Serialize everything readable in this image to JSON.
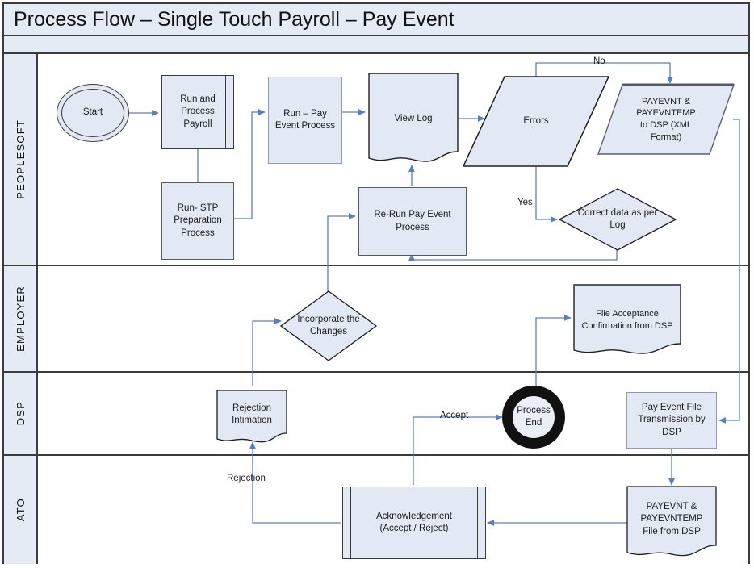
{
  "title": "Process Flow – Single Touch Payroll – Pay Event",
  "subtitle": "",
  "colors": {
    "shape_fill": "#e3e9f4",
    "shape_stroke": "#3b3b3b",
    "lane_fill": "#e5ebf5",
    "connector": "#5b7fbd",
    "frame": "#3b3b3b",
    "end_ring": "#111111"
  },
  "lanes": [
    {
      "id": "peoplesoft",
      "label": "PEOPLESOFT"
    },
    {
      "id": "employer",
      "label": "EMPLOYER"
    },
    {
      "id": "dsp",
      "label": "DSP"
    },
    {
      "id": "ato",
      "label": "ATO"
    }
  ],
  "nodes": {
    "start": {
      "label": "Start",
      "shape": "terminator-start",
      "lane": "peoplesoft"
    },
    "run_process": {
      "label": "Run and\nProcess\nPayroll",
      "shape": "predefined-process",
      "lane": "peoplesoft"
    },
    "stp_prep": {
      "label": "Run- STP\nPreparation\nProcess",
      "shape": "process",
      "lane": "peoplesoft"
    },
    "pay_event": {
      "label": "Run – Pay\nEvent Process",
      "shape": "process",
      "lane": "peoplesoft"
    },
    "view_log": {
      "label": "View Log",
      "shape": "document",
      "lane": "peoplesoft"
    },
    "errors": {
      "label": "Errors",
      "shape": "parallelogram",
      "lane": "peoplesoft"
    },
    "payevnt_dsp": {
      "label": "PAYEVNT &\nPAYEVNTEMP\nto DSP (XML\nFormat)",
      "shape": "parallelogram",
      "lane": "peoplesoft"
    },
    "rerun_pay_event": {
      "label": "Re-Run Pay Event\nProcess",
      "shape": "process",
      "lane": "peoplesoft"
    },
    "correct_data": {
      "label": "Correct data as per\nLog",
      "shape": "decision",
      "lane": "peoplesoft"
    },
    "incorporate": {
      "label": "Incorporate the\nChanges",
      "shape": "decision",
      "lane": "employer"
    },
    "file_acceptance": {
      "label": "File Acceptance\nConfirmation from DSP",
      "shape": "document",
      "lane": "employer"
    },
    "rejection_intim": {
      "label": "Rejection\nIntimation",
      "shape": "document",
      "lane": "dsp"
    },
    "process_end": {
      "label": "Process\nEnd",
      "shape": "terminator-end",
      "lane": "dsp"
    },
    "pay_event_file": {
      "label": "Pay Event File\nTransmission by\nDSP",
      "shape": "process",
      "lane": "dsp"
    },
    "acknowledgement": {
      "label": "Acknowledgement\n(Accept / Reject)",
      "shape": "predefined-process",
      "lane": "ato"
    },
    "payevnt_file": {
      "label": "PAYEVNT &\nPAYEVNTEMP\nFile from DSP",
      "shape": "document",
      "lane": "ato"
    }
  },
  "edge_labels": {
    "no": "No",
    "yes": "Yes",
    "accept": "Accept",
    "rejection": "Rejection"
  },
  "chart_data": {
    "type": "diagram",
    "diagram_kind": "cross-functional-flowchart",
    "title": "Process Flow – Single Touch Payroll – Pay Event",
    "lanes": [
      "PEOPLESOFT",
      "EMPLOYER",
      "DSP",
      "ATO"
    ],
    "edges": [
      {
        "from": "start",
        "to": "run_process",
        "label": ""
      },
      {
        "from": "run_process",
        "to": "stp_prep",
        "label": ""
      },
      {
        "from": "stp_prep",
        "to": "pay_event",
        "label": ""
      },
      {
        "from": "pay_event",
        "to": "view_log",
        "label": ""
      },
      {
        "from": "view_log",
        "to": "errors",
        "label": ""
      },
      {
        "from": "errors",
        "to": "payevnt_dsp",
        "label": "No"
      },
      {
        "from": "errors",
        "to": "correct_data",
        "label": "Yes"
      },
      {
        "from": "correct_data",
        "to": "rerun_pay_event",
        "label": ""
      },
      {
        "from": "rerun_pay_event",
        "to": "view_log",
        "label": ""
      },
      {
        "from": "incorporate",
        "to": "rerun_pay_event",
        "label": ""
      },
      {
        "from": "payevnt_dsp",
        "to": "pay_event_file",
        "label": ""
      },
      {
        "from": "pay_event_file",
        "to": "payevnt_file",
        "label": ""
      },
      {
        "from": "payevnt_file",
        "to": "acknowledgement",
        "label": ""
      },
      {
        "from": "acknowledgement",
        "to": "process_end",
        "label": "Accept"
      },
      {
        "from": "acknowledgement",
        "to": "rejection_intim",
        "label": "Rejection"
      },
      {
        "from": "rejection_intim",
        "to": "incorporate",
        "label": ""
      },
      {
        "from": "process_end",
        "to": "file_acceptance",
        "label": ""
      }
    ]
  }
}
